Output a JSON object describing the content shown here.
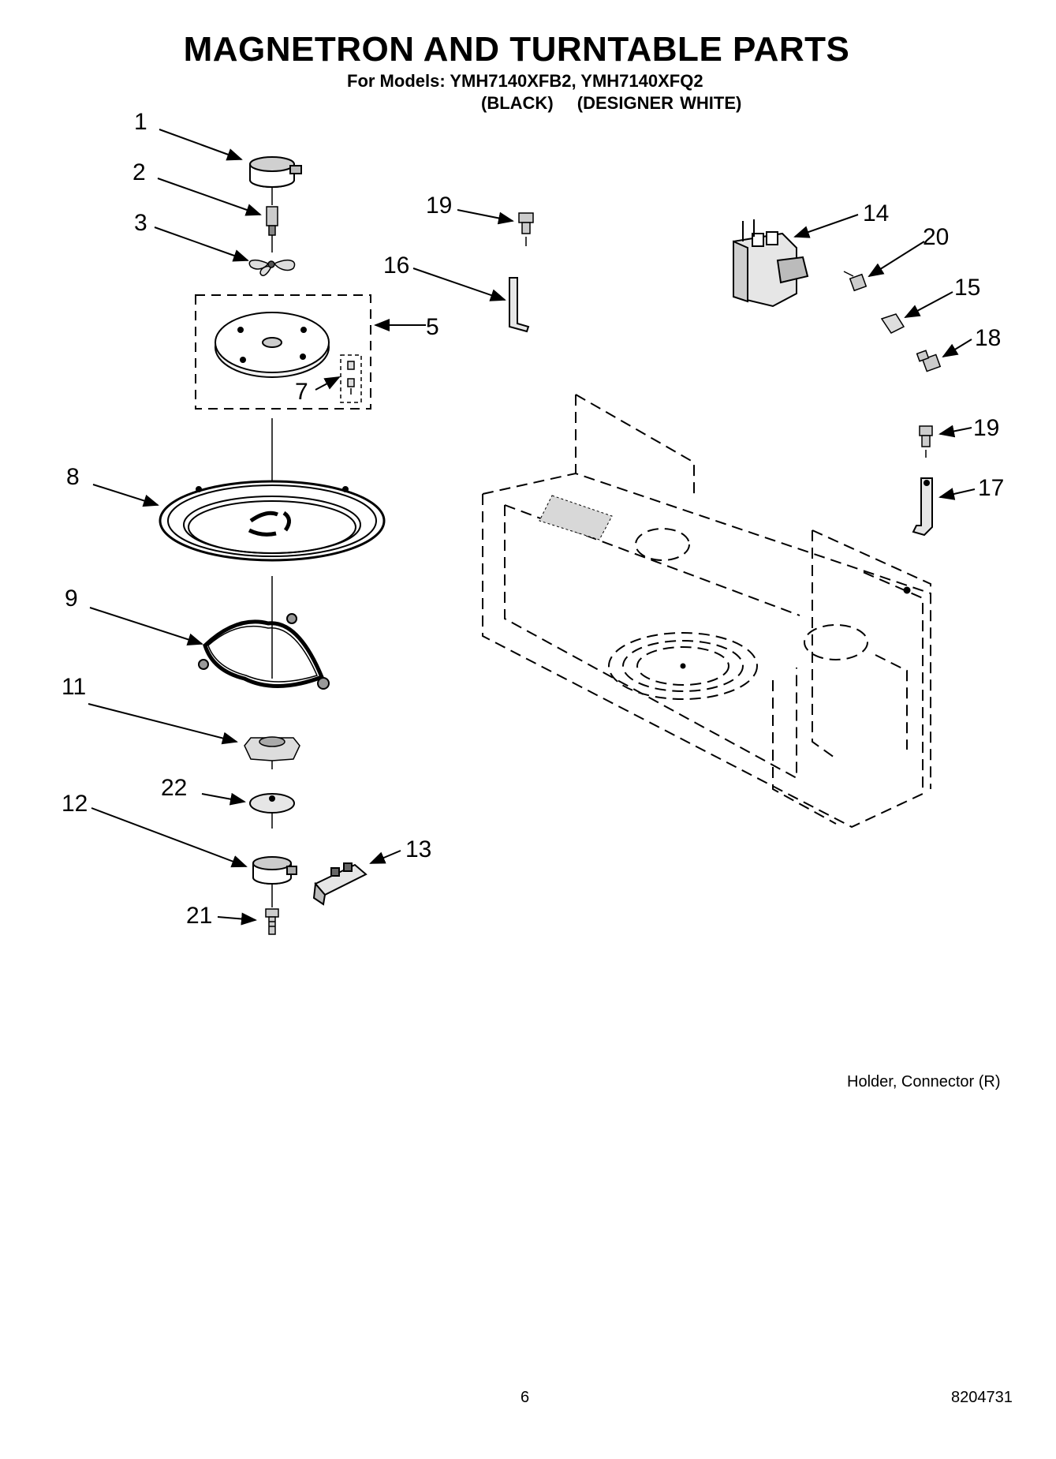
{
  "header": {
    "title": "MAGNETRON AND TURNTABLE PARTS",
    "models": "For Models: YMH7140XFB2, YMH7140XFQ2",
    "variant_black": "(BLACK)",
    "variant_white": "(DESIGNER WHITE)"
  },
  "callouts": {
    "c1": "1",
    "c2": "2",
    "c3": "3",
    "c5": "5",
    "c7": "7",
    "c8": "8",
    "c9": "9",
    "c11": "11",
    "c12": "12",
    "c13": "13",
    "c14": "14",
    "c15": "15",
    "c16": "16",
    "c17": "17",
    "c18": "18",
    "c19a": "19",
    "c19b": "19",
    "c20": "20",
    "c21": "21",
    "c22": "22"
  },
  "footnote": "Holder, Connector (R)",
  "footer": {
    "page_number": "6",
    "document_number": "8204731"
  }
}
